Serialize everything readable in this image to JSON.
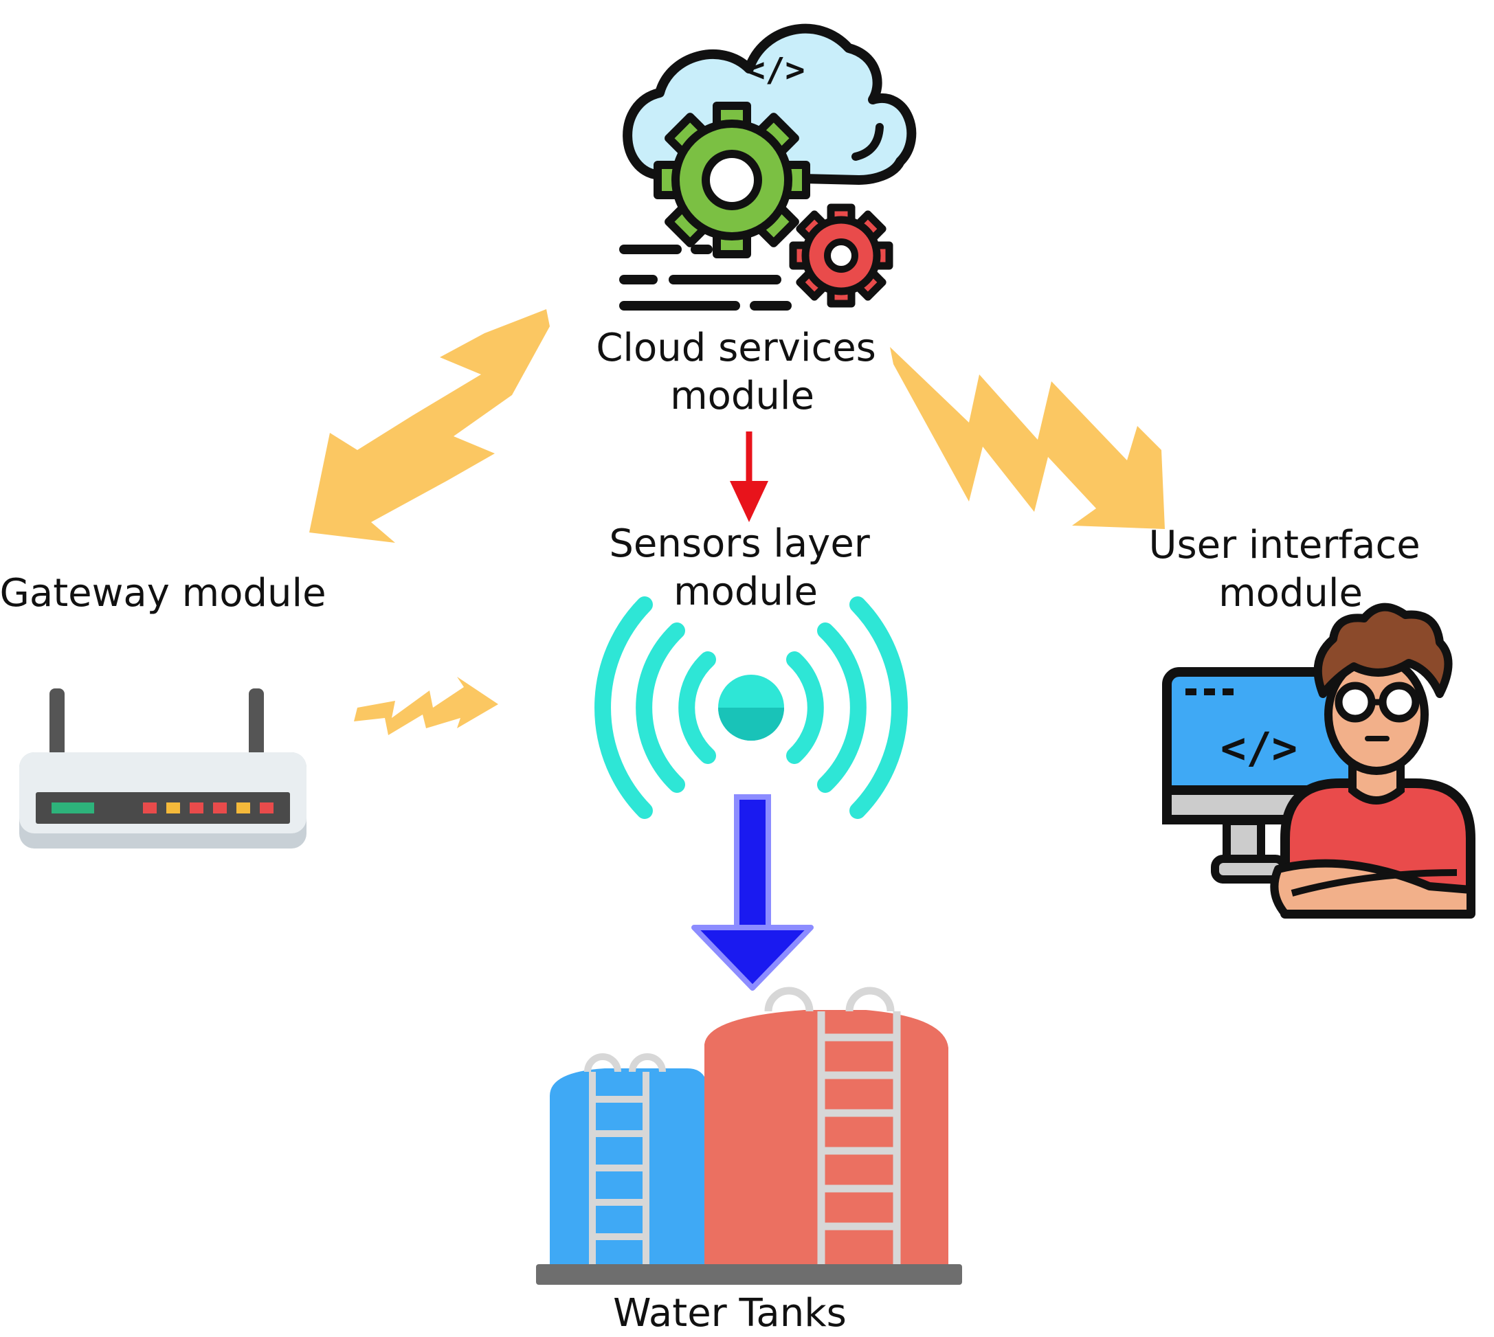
{
  "labels": {
    "cloud": [
      "Cloud services",
      "module"
    ],
    "sensors": [
      "Sensors layer",
      "module"
    ],
    "gateway": [
      "Gateway module"
    ],
    "user_interface": [
      "User interface",
      "module"
    ],
    "tanks": [
      "Water Tanks"
    ]
  },
  "icons": {
    "cloud": "cloud-gears-icon",
    "sensor": "wireless-signal-icon",
    "gateway": "wifi-router-icon",
    "user_interface": "developer-at-computer-icon",
    "tanks": "water-tanks-icon"
  },
  "colors": {
    "lightning": "#FBC45A",
    "red_arrow": "#E8131B",
    "blue_arrow": "#1A1AF0",
    "gear_green": "#7BC043",
    "gear_red": "#E94B4B",
    "cloud_fill": "#C9EEFA",
    "signal": "#2EE6D6",
    "tank_blue": "#3FA9F5",
    "tank_red": "#EB7061"
  }
}
